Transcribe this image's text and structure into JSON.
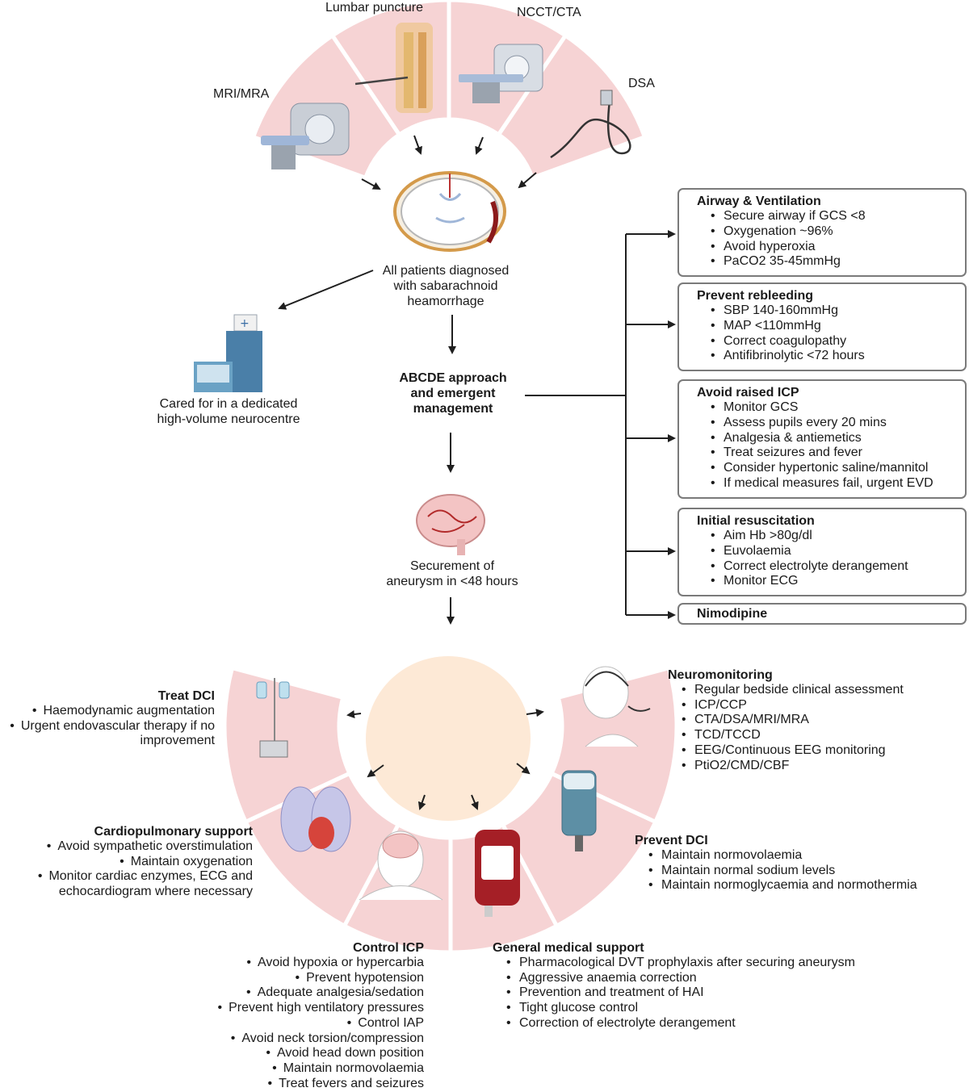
{
  "imaging": {
    "mri": "MRI/MRA",
    "lp": "Lumbar puncture",
    "ct": "NCCT/CTA",
    "dsa": "DSA"
  },
  "flow": {
    "diagnosed": [
      "All patients diagnosed",
      "with sabarachnoid",
      "heamorrhage"
    ],
    "neurocentre": [
      "Cared for in a dedicated",
      "high-volume neurocentre"
    ],
    "abcde": [
      "ABCDE approach",
      "and emergent",
      "management"
    ],
    "securement": [
      "Securement of",
      "aneurysm in <48 hours"
    ]
  },
  "boxes": [
    {
      "title": "Airway & Ventilation",
      "items": [
        "Secure airway if GCS <8",
        "Oxygenation ~96%",
        "Avoid hyperoxia",
        "PaCO2 35-45mmHg"
      ]
    },
    {
      "title": "Prevent rebleeding",
      "items": [
        "SBP 140-160mmHg",
        "MAP <110mmHg",
        "Correct coagulopathy",
        "Antifibrinolytic <72 hours"
      ]
    },
    {
      "title": "Avoid raised ICP",
      "items": [
        "Monitor GCS",
        "Assess pupils every 20 mins",
        "Analgesia & antiemetics",
        "Treat seizures and fever",
        "Consider hypertonic saline/mannitol",
        "If medical measures fail, urgent EVD"
      ]
    },
    {
      "title": "Initial resuscitation",
      "items": [
        "Aim Hb >80g/dl",
        "Euvolaemia",
        "Correct electrolyte derangement",
        "Monitor ECG"
      ]
    },
    {
      "title": "Nimodipine",
      "items": []
    }
  ],
  "care": {
    "treat_dci": {
      "title": "Treat DCI",
      "items": [
        "Haemodynamic augmentation",
        "Urgent endovascular therapy if no",
        "improvement"
      ]
    },
    "cardio": {
      "title": "Cardiopulmonary support",
      "items": [
        "Avoid sympathetic overstimulation",
        "Maintain oxygenation",
        "Monitor cardiac enzymes, ECG and",
        "echocardiogram where necessary"
      ]
    },
    "control_icp": {
      "title": "Control ICP",
      "items": [
        "Avoid hypoxia or hypercarbia",
        "Prevent hypotension",
        "Adequate analgesia/sedation",
        "Prevent high ventilatory pressures",
        "Control IAP",
        "Avoid neck torsion/compression",
        "Avoid head down position",
        "Maintain normovolaemia",
        "Treat fevers and seizures"
      ]
    },
    "general": {
      "title": "General medical support",
      "items": [
        "Pharmacological DVT prophylaxis after securing aneurysm",
        "Aggressive anaemia correction",
        "Prevention and treatment of HAI",
        "Tight glucose control",
        "Correction of electrolyte derangement"
      ]
    },
    "prevent_dci": {
      "title": "Prevent DCI",
      "items": [
        "Maintain normovolaemia",
        "Maintain normal sodium levels",
        "Maintain normoglycaemia and normothermia"
      ]
    },
    "neuromon": {
      "title": "Neuromonitoring",
      "items": [
        "Regular bedside clinical assessment",
        "ICP/CCP",
        "CTA/DSA/MRI/MRA",
        "TCD/TCCD",
        "EEG/Continuous EEG monitoring",
        "PtiO2/CMD/CBF"
      ]
    }
  },
  "colors": {
    "segment": "#f6d3d4",
    "center": "#fde9d6",
    "line": "#1f1f1f",
    "box_border": "#7a7a7a"
  }
}
